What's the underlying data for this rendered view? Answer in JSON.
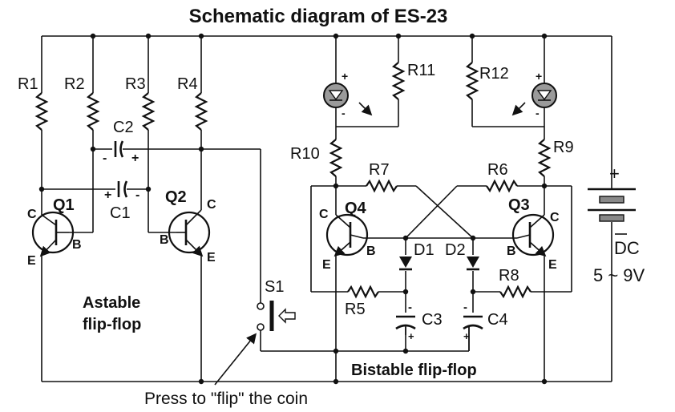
{
  "title": "Schematic diagram of ES-23",
  "labels": {
    "r1": "R1",
    "r2": "R2",
    "r3": "R3",
    "r4": "R4",
    "r5": "R5",
    "r6": "R6",
    "r7": "R7",
    "r8": "R8",
    "r9": "R9",
    "r10": "R10",
    "r11": "R11",
    "r12": "R12",
    "c1": "C1",
    "c2": "C2",
    "c3": "C3",
    "c4": "C4",
    "d1": "D1",
    "d2": "D2",
    "q1": "Q1",
    "q2": "Q2",
    "q3": "Q3",
    "q4": "Q4",
    "s1": "S1",
    "pin_c": "C",
    "pin_b": "B",
    "pin_e": "E",
    "plus": "+",
    "minus": "-"
  },
  "power": {
    "plus": "+",
    "dc": "DC",
    "voltage": "5 ~ 9V"
  },
  "sections": {
    "astable_line1": "Astable",
    "astable_line2": "flip-flop",
    "bistable": "Bistable flip-flop"
  },
  "callout": "Press to \"flip\" the coin"
}
